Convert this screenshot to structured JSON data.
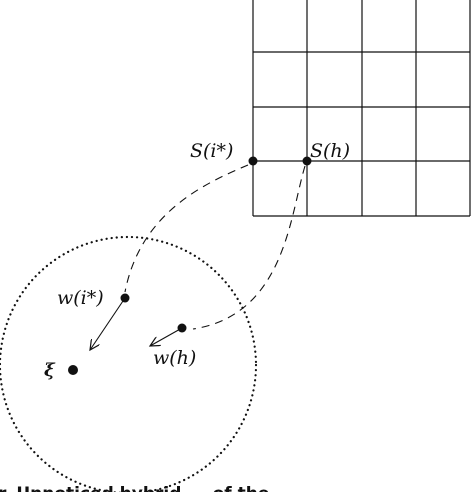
{
  "labels": {
    "winner_node": "S(i*)",
    "neighbor_node": "S(h)",
    "winner_weight": "w(i*)",
    "neighbor_weight": "w(h)",
    "input": "ξ"
  },
  "caption": "r. Unnoticed hybrid ... of the ...",
  "colors": {
    "ink": "#111111"
  }
}
